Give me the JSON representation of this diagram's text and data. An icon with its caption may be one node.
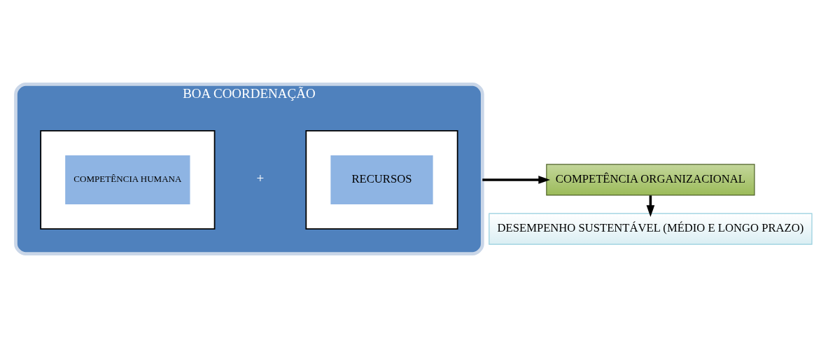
{
  "diagram": {
    "nodes": [
      {
        "text": [
          "BOA COORDENAÇÃO"
        ]
      },
      {
        "text": [],
        "shape": "box",
        "in": 0
      },
      {
        "text": [
          "COMPETÊNCIA HUMANA"
        ],
        "in": 1
      },
      {
        "text": [],
        "shape": "box",
        "in": 0
      },
      {
        "text": [
          "RECURSOS"
        ],
        "in": 3
      },
      {
        "text": [
          "COMPETÊNCIA ORGANIZACIONAL"
        ]
      },
      {
        "text": [
          "DESEMPENHO SUSTENTÁVEL (MÉDIO E LONGO PRAZO)"
        ]
      }
    ],
    "edges": [
      {
        "from": 0,
        "to": 5,
        "arrow": "to"
      },
      {
        "from": 5,
        "to": 6,
        "arrow": "to"
      }
    ],
    "labels": [
      "+"
    ]
  }
}
